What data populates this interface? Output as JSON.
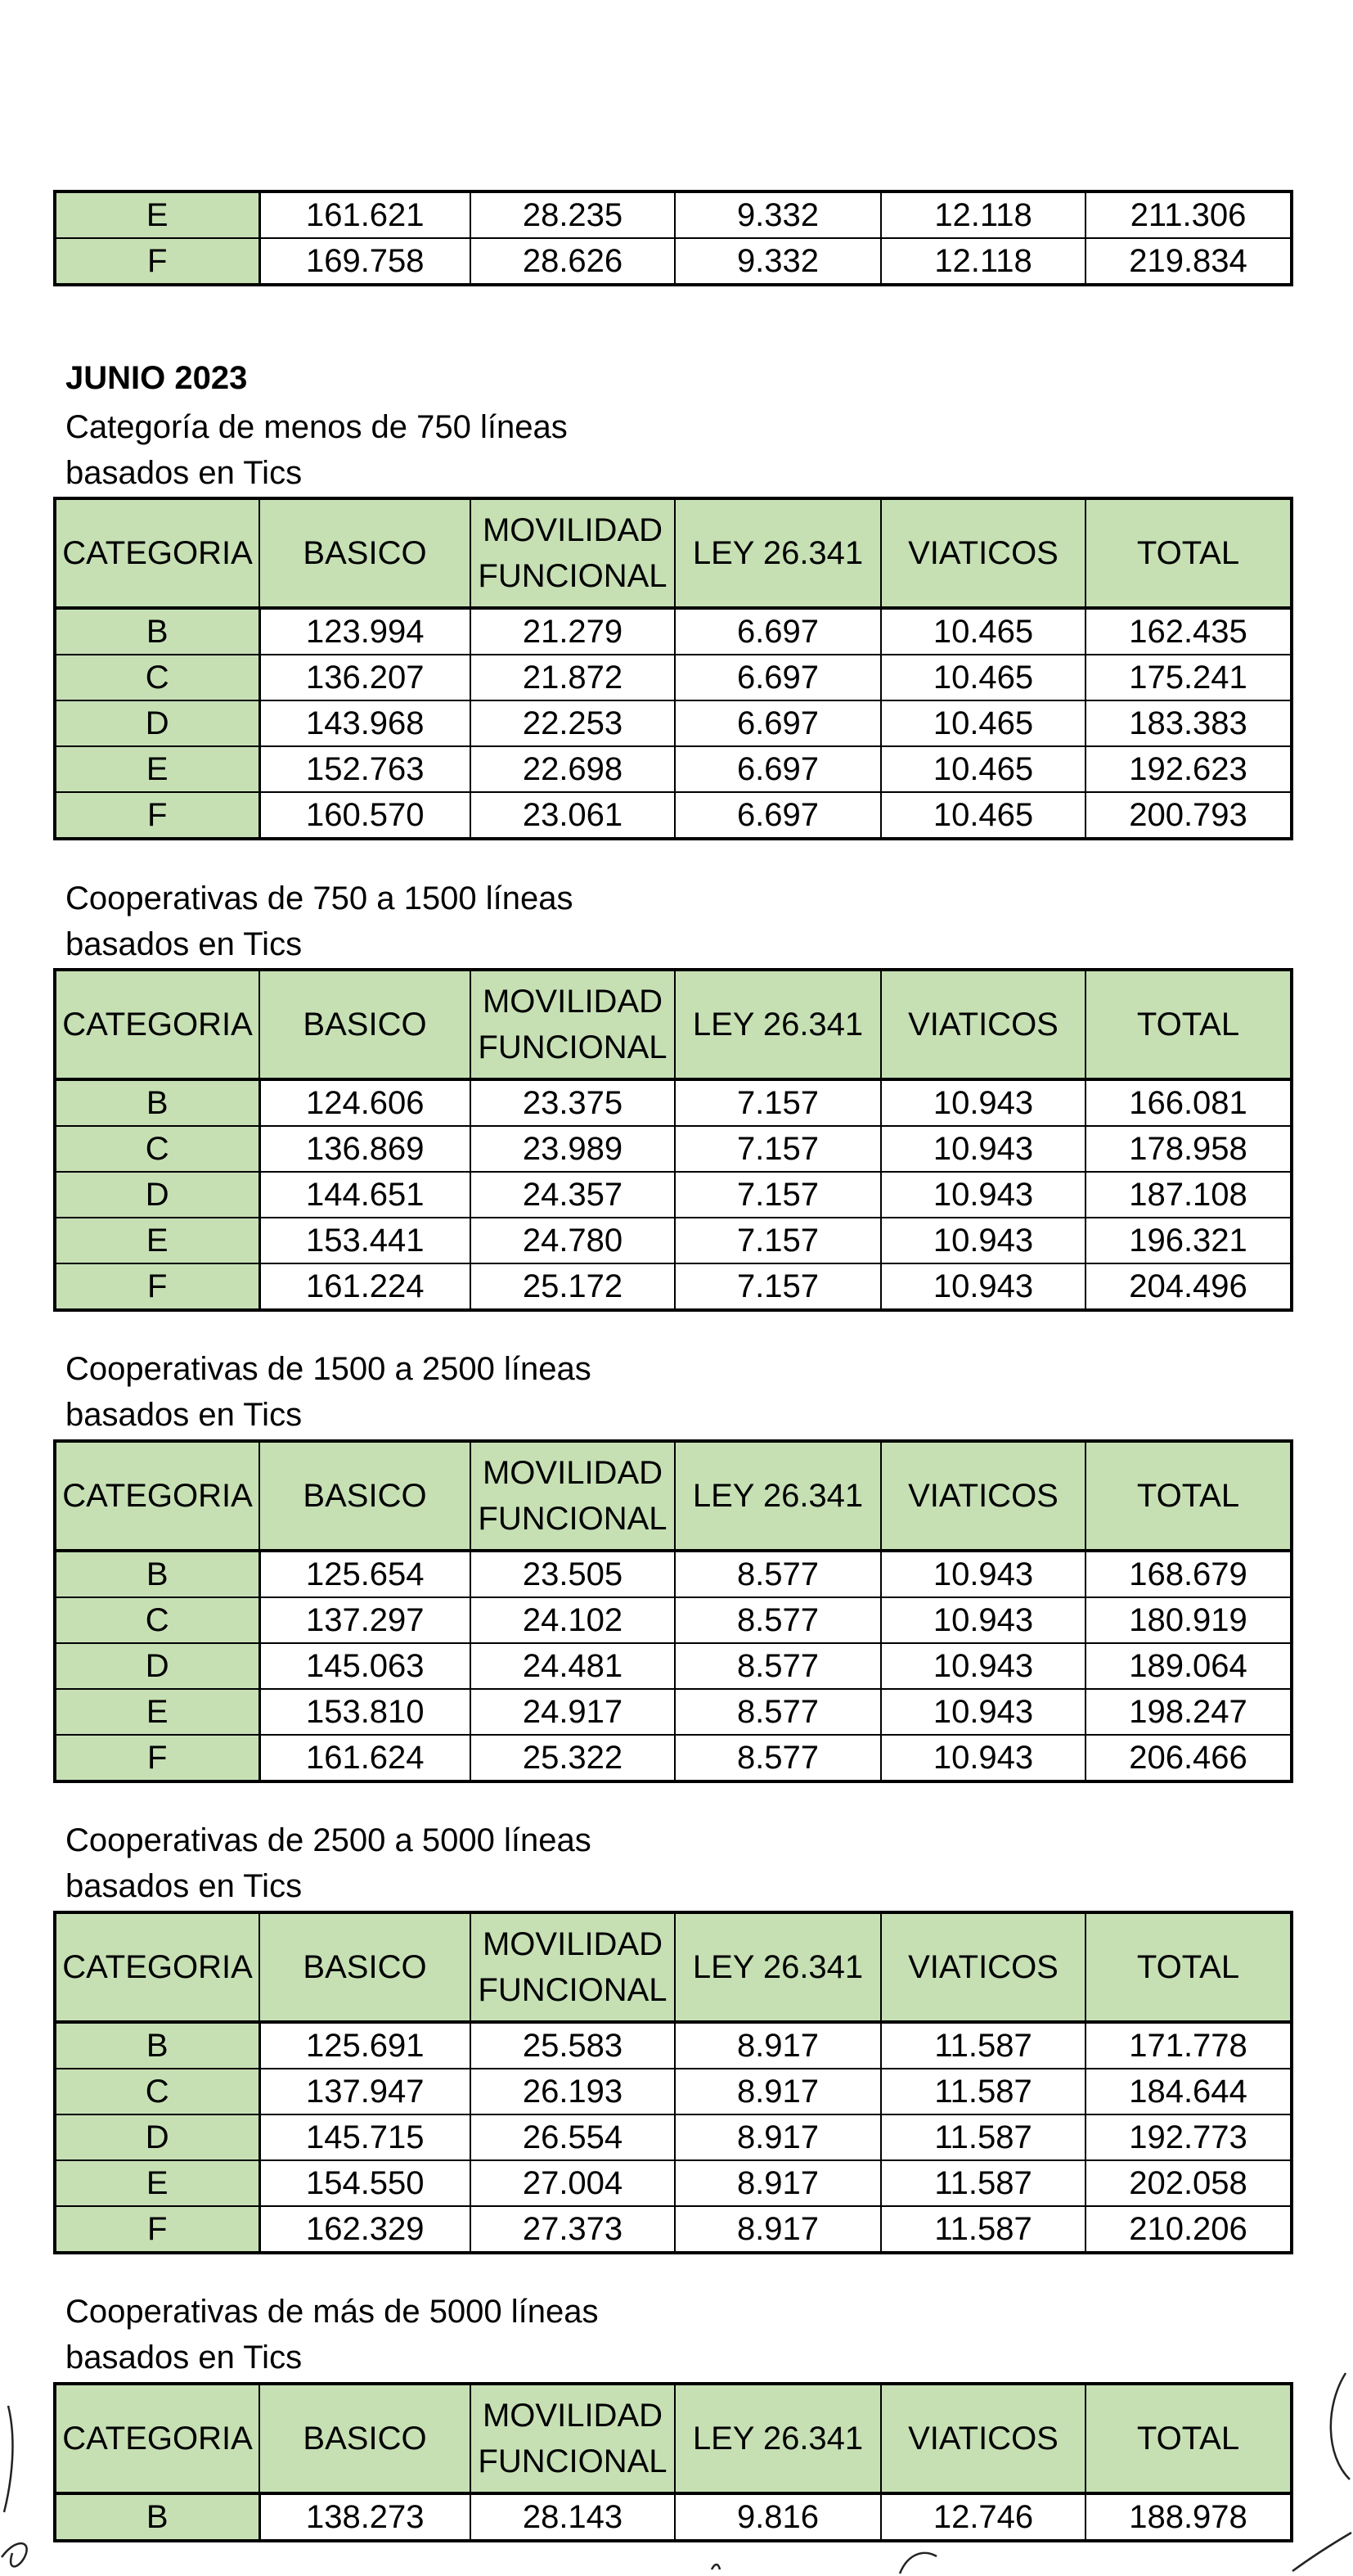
{
  "headers": [
    "CATEGORIA",
    "BASICO",
    "MOVILIDAD FUNCIONAL",
    "LEY 26.341",
    "VIATICOS",
    "TOTAL"
  ],
  "top_table": {
    "rows": [
      [
        "E",
        "161.621",
        "28.235",
        "9.332",
        "12.118",
        "211.306"
      ],
      [
        "F",
        "169.758",
        "28.626",
        "9.332",
        "12.118",
        "219.834"
      ]
    ]
  },
  "section_title": "JUNIO 2023",
  "tables": [
    {
      "caption_line1": "Categoría de menos de 750 líneas",
      "caption_line2": "basados en Tics",
      "rows": [
        [
          "B",
          "123.994",
          "21.279",
          "6.697",
          "10.465",
          "162.435"
        ],
        [
          "C",
          "136.207",
          "21.872",
          "6.697",
          "10.465",
          "175.241"
        ],
        [
          "D",
          "143.968",
          "22.253",
          "6.697",
          "10.465",
          "183.383"
        ],
        [
          "E",
          "152.763",
          "22.698",
          "6.697",
          "10.465",
          "192.623"
        ],
        [
          "F",
          "160.570",
          "23.061",
          "6.697",
          "10.465",
          "200.793"
        ]
      ]
    },
    {
      "caption_line1": "Cooperativas de 750 a 1500 líneas",
      "caption_line2": "basados en Tics",
      "rows": [
        [
          "B",
          "124.606",
          "23.375",
          "7.157",
          "10.943",
          "166.081"
        ],
        [
          "C",
          "136.869",
          "23.989",
          "7.157",
          "10.943",
          "178.958"
        ],
        [
          "D",
          "144.651",
          "24.357",
          "7.157",
          "10.943",
          "187.108"
        ],
        [
          "E",
          "153.441",
          "24.780",
          "7.157",
          "10.943",
          "196.321"
        ],
        [
          "F",
          "161.224",
          "25.172",
          "7.157",
          "10.943",
          "204.496"
        ]
      ]
    },
    {
      "caption_line1": "Cooperativas de 1500 a 2500 líneas",
      "caption_line2": "basados en Tics",
      "rows": [
        [
          "B",
          "125.654",
          "23.505",
          "8.577",
          "10.943",
          "168.679"
        ],
        [
          "C",
          "137.297",
          "24.102",
          "8.577",
          "10.943",
          "180.919"
        ],
        [
          "D",
          "145.063",
          "24.481",
          "8.577",
          "10.943",
          "189.064"
        ],
        [
          "E",
          "153.810",
          "24.917",
          "8.577",
          "10.943",
          "198.247"
        ],
        [
          "F",
          "161.624",
          "25.322",
          "8.577",
          "10.943",
          "206.466"
        ]
      ]
    },
    {
      "caption_line1": "Cooperativas de 2500 a 5000  líneas",
      "caption_line2": "basados en Tics",
      "rows": [
        [
          "B",
          "125.691",
          "25.583",
          "8.917",
          "11.587",
          "171.778"
        ],
        [
          "C",
          "137.947",
          "26.193",
          "8.917",
          "11.587",
          "184.644"
        ],
        [
          "D",
          "145.715",
          "26.554",
          "8.917",
          "11.587",
          "192.773"
        ],
        [
          "E",
          "154.550",
          "27.004",
          "8.917",
          "11.587",
          "202.058"
        ],
        [
          "F",
          "162.329",
          "27.373",
          "8.917",
          "11.587",
          "210.206"
        ]
      ]
    },
    {
      "caption_line1": "Cooperativas de más de 5000  líneas",
      "caption_line2": "basados en Tics",
      "rows": [
        [
          "B",
          "138.273",
          "28.143",
          "9.816",
          "12.746",
          "188.978"
        ]
      ]
    }
  ]
}
